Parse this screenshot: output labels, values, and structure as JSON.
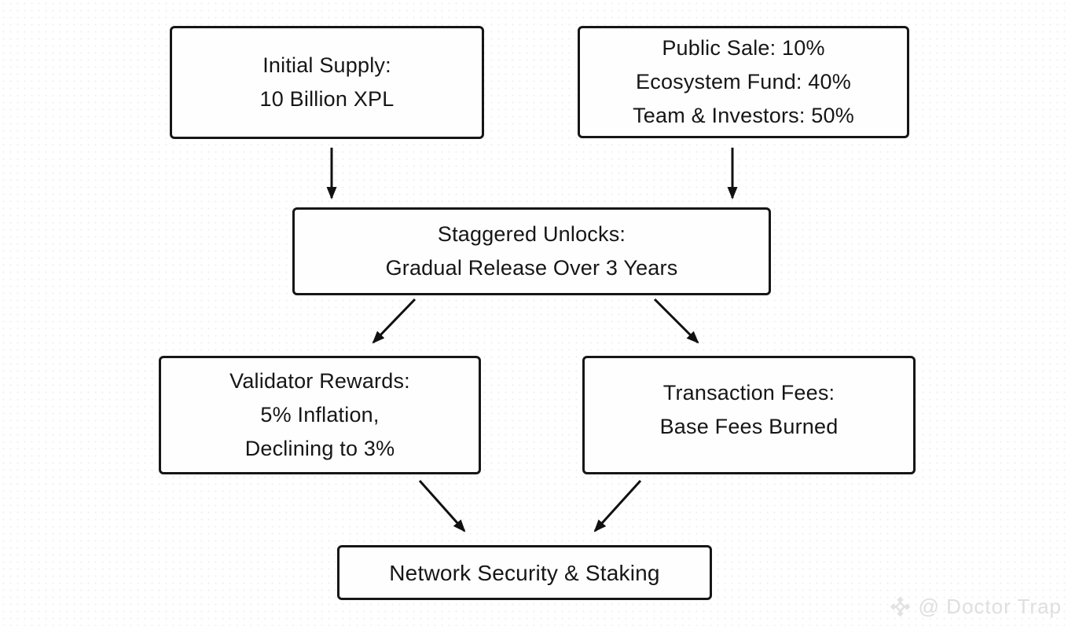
{
  "diagram": {
    "title_semantic": "XPL tokenomics flowchart",
    "nodes": [
      {
        "id": "initial-supply",
        "lines": [
          "Initial Supply:",
          "10 Billion XPL"
        ]
      },
      {
        "id": "token-allocation",
        "lines": [
          "Public Sale: 10%",
          "Ecosystem Fund: 40%",
          "Team & Investors: 50%"
        ]
      },
      {
        "id": "staggered-unlocks",
        "lines": [
          "Staggered Unlocks:",
          "Gradual Release Over 3 Years"
        ]
      },
      {
        "id": "validator-rewards",
        "lines": [
          "Validator Rewards:",
          "5% Inflation,",
          "Declining to 3%"
        ]
      },
      {
        "id": "transaction-fees",
        "lines": [
          "Transaction Fees:",
          "Base Fees Burned"
        ]
      },
      {
        "id": "network-security",
        "lines": [
          "Network Security & Staking"
        ]
      }
    ],
    "edges": [
      {
        "from": "initial-supply",
        "to": "staggered-unlocks"
      },
      {
        "from": "token-allocation",
        "to": "staggered-unlocks"
      },
      {
        "from": "staggered-unlocks",
        "to": "validator-rewards"
      },
      {
        "from": "staggered-unlocks",
        "to": "transaction-fees"
      },
      {
        "from": "validator-rewards",
        "to": "network-security"
      },
      {
        "from": "transaction-fees",
        "to": "network-security"
      }
    ]
  },
  "watermark": {
    "icon": "binance-diamond-icon",
    "text": "@ Doctor Trap"
  },
  "colors": {
    "box_border": "#161616",
    "text": "#161616",
    "arrow": "#111111",
    "background": "#ffffff",
    "watermark": "#dfdfdf"
  }
}
